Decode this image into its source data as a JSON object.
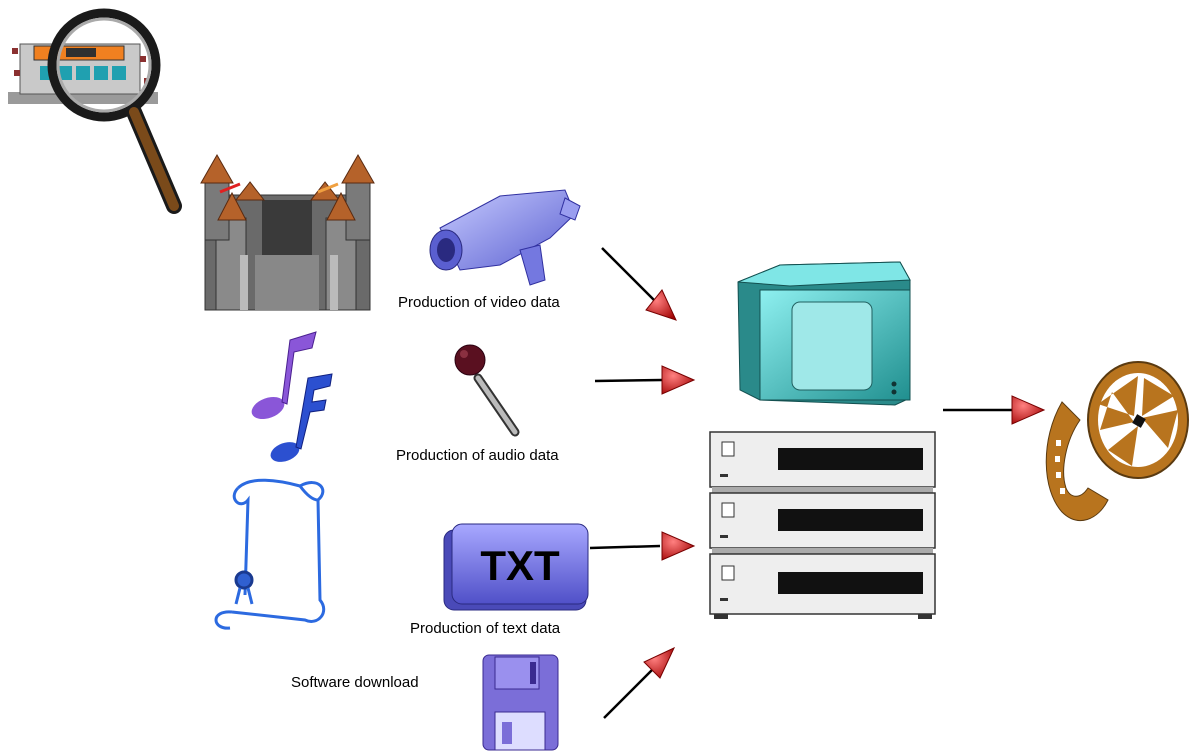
{
  "labels": {
    "video": "Production of video data",
    "audio": "Production of audio data",
    "text": "Production of  text data",
    "software": "Software download"
  },
  "icons": [
    "magnifier-store-icon",
    "castle-icon",
    "music-notes-icon",
    "scroll-certificate-icon",
    "video-camera-icon",
    "microphone-icon",
    "txt-file-icon",
    "floppy-disk-icon",
    "tv-monitor-icon",
    "vcr-stack-icon",
    "film-reel-icon"
  ],
  "txt_badge": "TXT",
  "colors": {
    "arrow_head": "#cc0000",
    "camera": "#8a8ee8",
    "tv": "#3fbfbf",
    "reel": "#b8741e",
    "castle": "#707070",
    "note": "#8a56d8",
    "scroll": "#2c6ae0",
    "floppy": "#7b6ed8"
  }
}
